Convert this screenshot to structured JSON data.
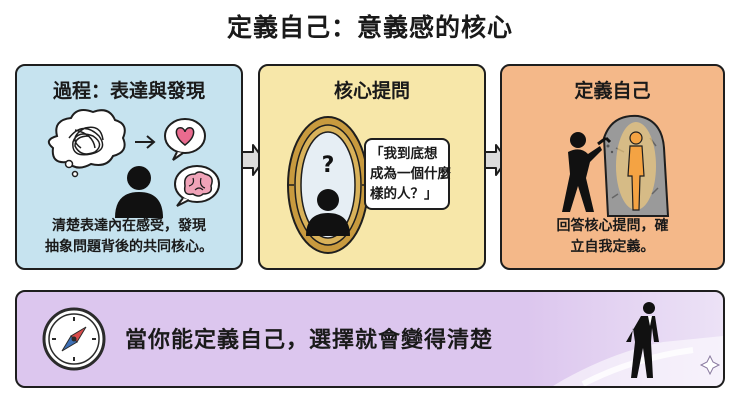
{
  "title": "定義自己：意義感的核心",
  "panels": [
    {
      "title": "過程：表達與發現",
      "caption_lines": [
        "清楚表達內在感受，發現",
        "抽象問題背後的共同核心。"
      ]
    },
    {
      "title": "核心提問",
      "bubble_lines": [
        "「我到底想",
        "成為一個什麼",
        "樣的人？」"
      ]
    },
    {
      "title": "定義自己",
      "caption_lines": [
        "回答核心提問，確",
        "立自我定義。"
      ]
    }
  ],
  "bottom": {
    "text": "當你能定義自己，選擇就會變得清楚"
  },
  "colors": {
    "panel1_bg": "#c6e3ef",
    "panel2_bg": "#f7e7a9",
    "panel3_bg": "#f4b889",
    "bottom_bg": "#dcc6ee",
    "outline": "#1e1e1e"
  },
  "icons": {
    "panel1": [
      "tangled-thought-icon",
      "heart-bubble-icon",
      "brain-bubble-icon",
      "person-silhouette-icon"
    ],
    "panel2": [
      "mirror-icon",
      "question-mark-icon"
    ],
    "panel3": [
      "sculptor-carving-statue-icon"
    ],
    "bottom": [
      "compass-icon",
      "walking-businessman-icon"
    ]
  }
}
